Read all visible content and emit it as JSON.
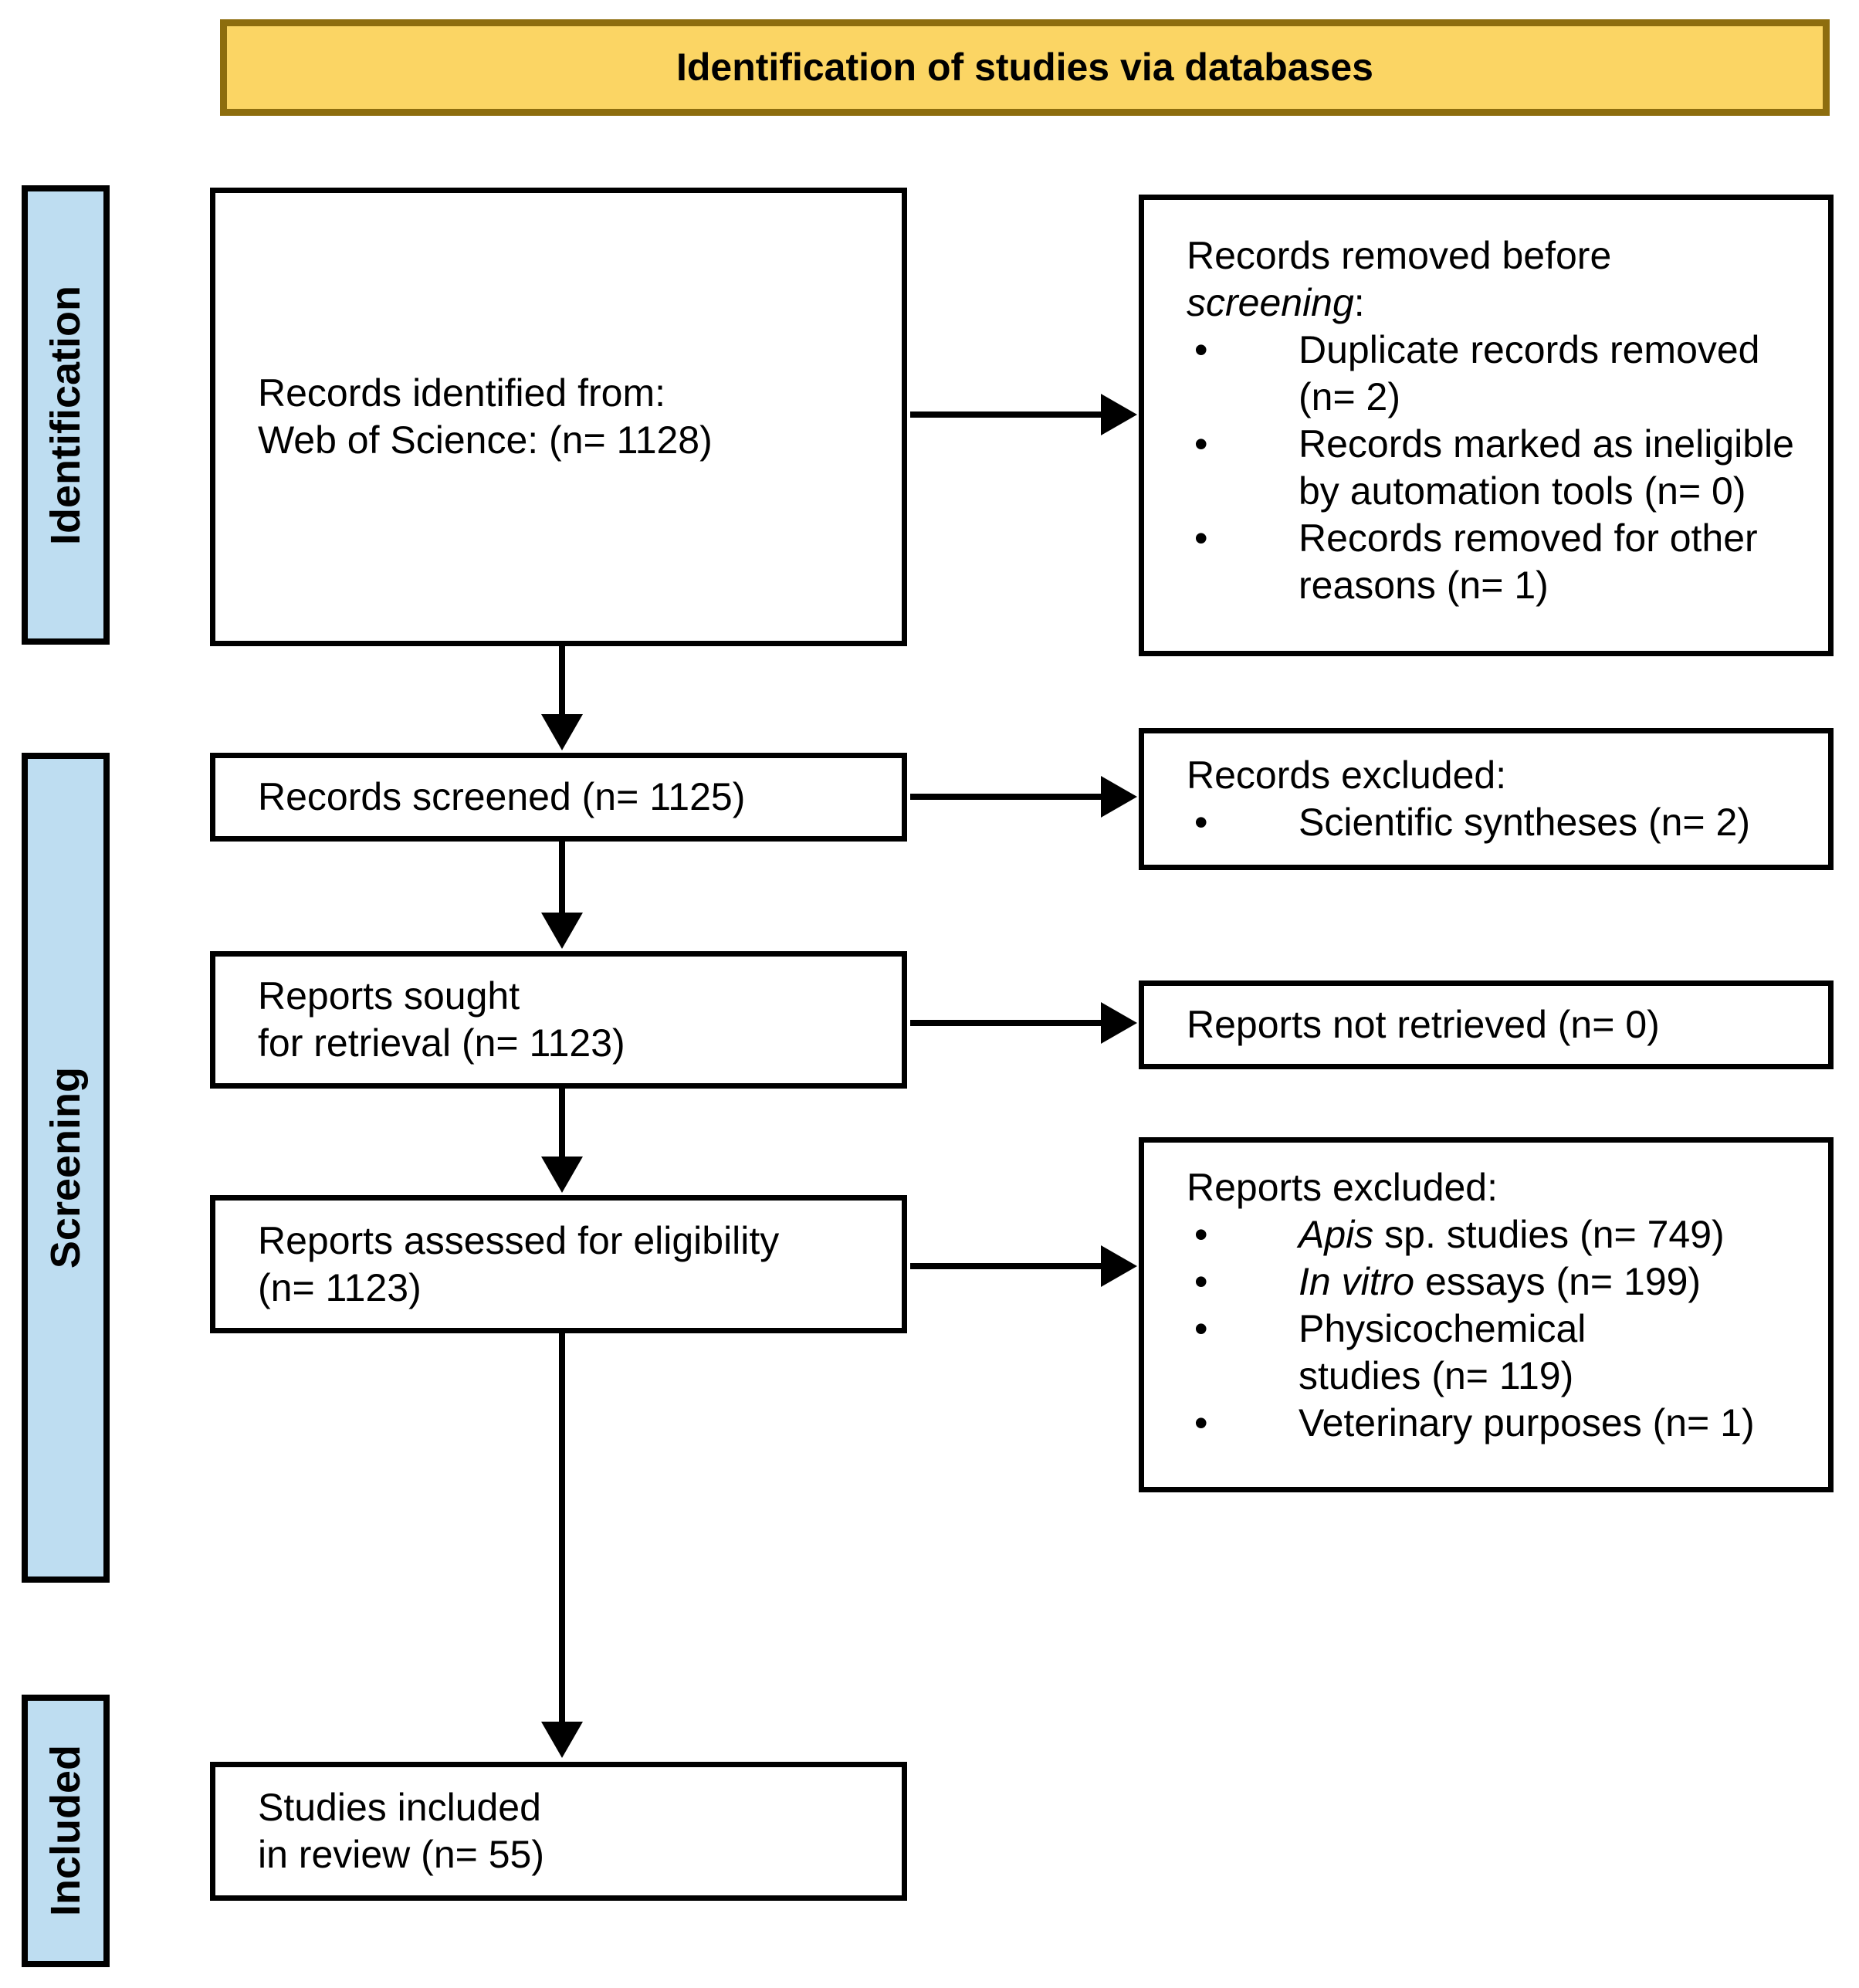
{
  "title": "Identification of studies via databases",
  "bullet_char": "•",
  "stages": [
    "Identification",
    "Screening",
    "Included"
  ],
  "flow": {
    "records_identified": {
      "l1": "Records identified from:",
      "l2": "Web of Science: (n= 1128)"
    },
    "records_screened": {
      "l1": "Records screened (n= 1125)",
      "l2": ""
    },
    "reports_sought": {
      "l1": "Reports sought",
      "l2": "for retrieval (n= 1123)"
    },
    "reports_assessed": {
      "l1": "Reports assessed for eligibility",
      "l2": "(n= 1123)"
    },
    "studies_included": {
      "l1": "Studies included",
      "l2": "in review (n= 55)"
    }
  },
  "side": {
    "removed": {
      "title_l1": "Records removed before",
      "title_italic": "screening",
      "title_post": ":",
      "bullets": [
        {
          "it": "",
          "l1": "Duplicate records removed",
          "l2": "(n= 2)"
        },
        {
          "it": "",
          "l1": "Records marked as ineligible",
          "l2": "by automation tools (n= 0)"
        },
        {
          "it": "",
          "l1": "Records removed for other",
          "l2": "reasons (n= 1)"
        }
      ]
    },
    "records_excluded": {
      "title": "Records excluded:",
      "bullets": [
        {
          "it": "",
          "l1": "Scientific syntheses (n= 2)",
          "l2": ""
        }
      ]
    },
    "not_retrieved": {
      "title": "Reports not retrieved (n= 0)"
    },
    "reports_excluded": {
      "title": "Reports excluded:",
      "bullets": [
        {
          "it": "Apis",
          "l1": " sp. studies (n= 749)",
          "l2": ""
        },
        {
          "it": "In vitro",
          "l1": " essays (n= 199)",
          "l2": ""
        },
        {
          "it": "",
          "l1": "Physicochemical",
          "l2": "studies (n= 119)"
        },
        {
          "it": "",
          "l1": "Veterinary purposes (n= 1)",
          "l2": ""
        }
      ]
    }
  },
  "colors": {
    "banner_fill": "#FBD564",
    "banner_border": "#8D6D0E",
    "stage_fill": "#BEDDF1",
    "line_color": "#000000"
  }
}
